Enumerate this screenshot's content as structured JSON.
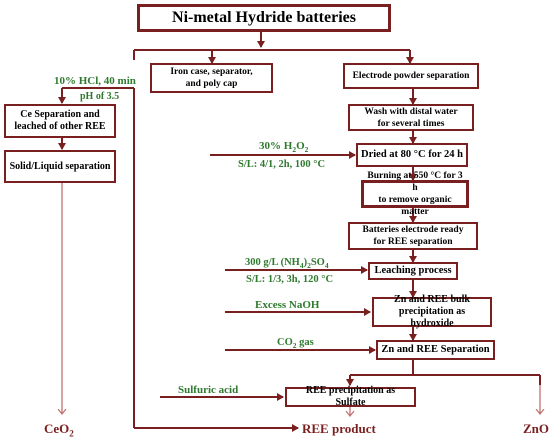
{
  "title": "Ni-metal Hydride batteries",
  "boxes": {
    "iron": [
      "Iron case, separator,",
      "and poly cap"
    ],
    "electrode_sep": "Electrode powder separation",
    "wash": [
      "Wash with distal water",
      "for several times"
    ],
    "dried": "Dried at 80 °C for 24 h",
    "burning": [
      "Burning at 550 °C for 3 h",
      "to remove organic matter"
    ],
    "ready": [
      "Batteries electrode ready",
      "for REE separation"
    ],
    "leaching": "Leaching process",
    "zn_bulk": [
      "Zn and REE bulk",
      "precipitation as hydroxide"
    ],
    "zn_sep": "Zn and REE Separation",
    "ree_sulfate": "REE precipitation as Sulfate",
    "ce_sep": [
      "Ce Separation and",
      "leached of other REE"
    ],
    "solid_liquid": "Solid/Liquid separation"
  },
  "labels": {
    "hcl": "10% HCl, 40 min",
    "ph": "pH of 3.5",
    "h2o2_prefix": "30% H",
    "h2o2_sub1": "2",
    "h2o2_mid": "O",
    "h2o2_sub2": "2",
    "dry_cond": "S/L: 4/1, 2h, 100 °C",
    "nh4_prefix": "300 g/L (NH",
    "nh4_sub1": "4",
    "nh4_mid": ")",
    "nh4_sub2": "2",
    "nh4_suffix": "SO",
    "nh4_sub3": "4",
    "leach_cond": "S/L: 1/3, 3h, 120 °C",
    "naoh": "Excess NaOH",
    "co2_prefix": "CO",
    "co2_sub": "2",
    "co2_suffix": " gas",
    "sulfuric": "Sulfuric acid"
  },
  "outputs": {
    "ceo2_prefix": "CeO",
    "ceo2_sub": "2",
    "ree_product": "REE product",
    "zno": "ZnO"
  },
  "colors": {
    "line": "#7a1f1f",
    "green": "#2f7a2f",
    "dashed": "#c07070"
  }
}
